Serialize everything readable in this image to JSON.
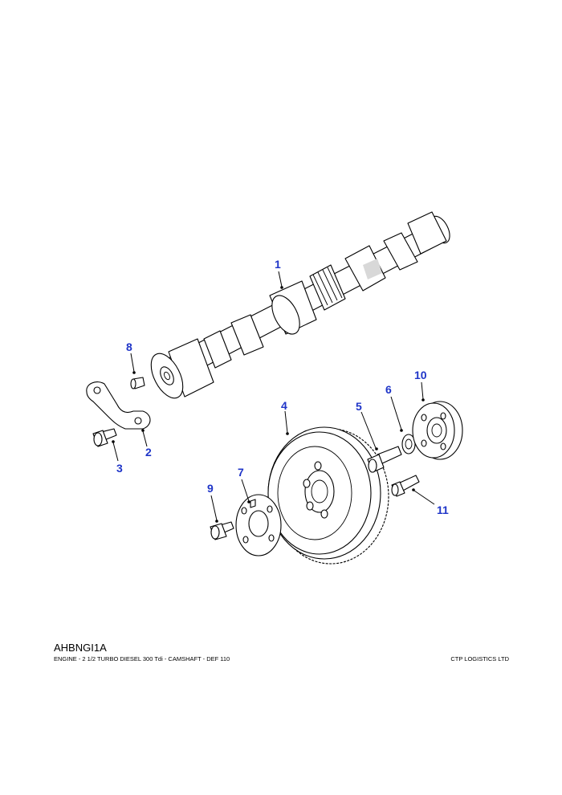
{
  "callouts": [
    {
      "id": "1",
      "label": "1"
    },
    {
      "id": "2",
      "label": "2"
    },
    {
      "id": "3",
      "label": "3"
    },
    {
      "id": "4",
      "label": "4"
    },
    {
      "id": "5",
      "label": "5"
    },
    {
      "id": "6",
      "label": "6"
    },
    {
      "id": "7",
      "label": "7"
    },
    {
      "id": "8",
      "label": "8"
    },
    {
      "id": "9",
      "label": "9"
    },
    {
      "id": "10",
      "label": "10"
    },
    {
      "id": "11",
      "label": "11"
    }
  ],
  "footer": {
    "code": "AHBNGI1A",
    "caption": "ENGINE - 2 1/2 TURBO DIESEL 300 Tdi - CAMSHAFT - DEF 110",
    "company": "CTP LOGISTICS LTD"
  },
  "colors": {
    "callout": "#1f35c8",
    "line": "#000000"
  }
}
